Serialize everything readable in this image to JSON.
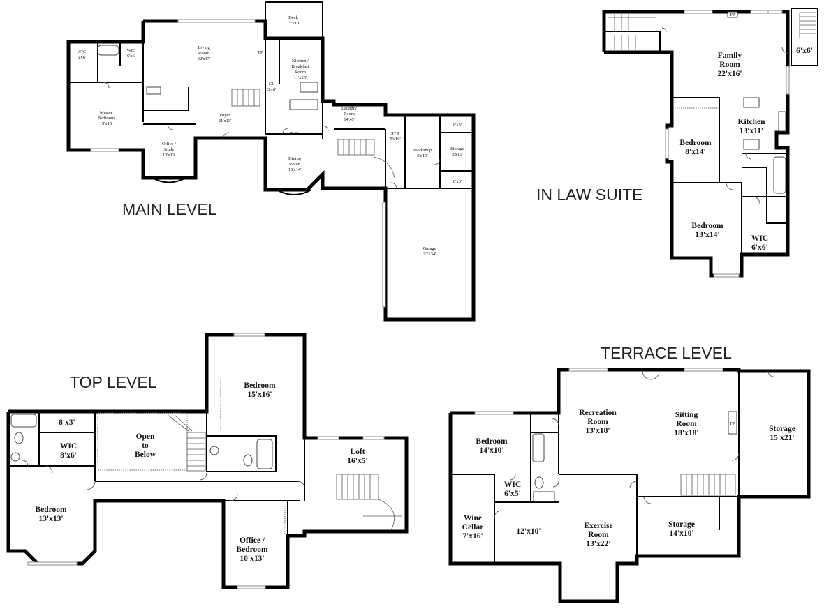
{
  "levels": {
    "main": "MAIN LEVEL",
    "inlaw": "IN LAW SUITE",
    "top": "TOP LEVEL",
    "terrace": "TERRACE LEVEL"
  },
  "main": {
    "deck": [
      "Deck",
      "15'x10'"
    ],
    "wic_left": [
      "WIC",
      "6'x6'"
    ],
    "wic_right": [
      "WIC",
      "6'x6'"
    ],
    "living": [
      "Living",
      "Room",
      "32'x17'"
    ],
    "fp": "FP",
    "kitchen": [
      "Kitchen /",
      "Breakfast",
      "Room",
      "11'x25'"
    ],
    "cl": [
      "CL",
      "3'x6'"
    ],
    "master": [
      "Master",
      "Bedroom",
      "19'x15'"
    ],
    "foyer": [
      "Foyer",
      "21'x13'"
    ],
    "laundry": [
      "Laundry",
      "Room",
      "14'x6'"
    ],
    "office": [
      "Office /",
      "Study",
      "13'x13'"
    ],
    "closet83": "8'x3'",
    "str": [
      "STR",
      "5'x10'"
    ],
    "workshop": [
      "Workshop",
      "9'x19'"
    ],
    "storage_a": "8'x5'",
    "storage": [
      "Storage",
      "8'x10'"
    ],
    "storage_b": "8'x3'",
    "dining": [
      "Dining",
      "Room",
      "15'x14'"
    ],
    "garage": [
      "Garage",
      "23'x34'"
    ]
  },
  "inlaw": {
    "fp": "FP",
    "family": [
      "Family",
      "Room",
      "22'x16'"
    ],
    "deck": "6'x6'",
    "kitchen": [
      "Kitchen",
      "13'x11'"
    ],
    "bed1": [
      "Bedroom",
      "8'x14'"
    ],
    "bed2": [
      "Bedroom",
      "13'x14'"
    ],
    "wic": [
      "WIC",
      "6'x6'"
    ]
  },
  "top": {
    "bed_top": [
      "Bedroom",
      "15'x16'"
    ],
    "closet": "8'x3'",
    "open": [
      "Open",
      "to",
      "Below"
    ],
    "wic": [
      "WIC",
      "8'x6'"
    ],
    "loft": [
      "Loft",
      "16'x5'"
    ],
    "bed_left": [
      "Bedroom",
      "13'x13'"
    ],
    "office": [
      "Office /",
      "Bedroom",
      "10'x13'"
    ]
  },
  "terrace": {
    "rec": [
      "Recreation",
      "Room",
      "13'x18'"
    ],
    "sitting": [
      "Sitting",
      "Room",
      "18'x18'"
    ],
    "fp": "FP",
    "storage_big": [
      "Storage",
      "15'x21'"
    ],
    "bedroom": [
      "Bedroom",
      "14'x10'"
    ],
    "wic": [
      "WIC",
      "6'x5'"
    ],
    "wine": [
      "Wine",
      "Cellar",
      "7'x16'"
    ],
    "room1210": "12'x10'",
    "exercise": [
      "Exercise",
      "Room",
      "13'x22'"
    ],
    "storage_small": [
      "Storage",
      "14'x10'"
    ]
  }
}
